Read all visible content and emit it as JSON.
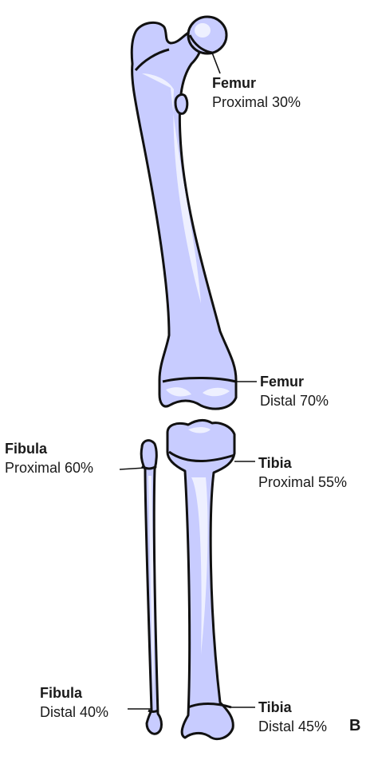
{
  "labels": {
    "femur_proximal": {
      "name": "Femur",
      "desc": "Proximal 30%"
    },
    "femur_distal": {
      "name": "Femur",
      "desc": "Distal 70%"
    },
    "fibula_proximal": {
      "name": "Fibula",
      "desc": "Proximal 60%"
    },
    "tibia_proximal": {
      "name": "Tibia",
      "desc": "Proximal 55%"
    },
    "fibula_distal": {
      "name": "Fibula",
      "desc": "Distal 40%"
    },
    "tibia_distal": {
      "name": "Tibia",
      "desc": "Distal 45%"
    }
  },
  "figure_letter": "B",
  "colors": {
    "bone_fill": "#c8ccff",
    "bone_highlight": "#eef0ff",
    "outline": "#111111"
  }
}
